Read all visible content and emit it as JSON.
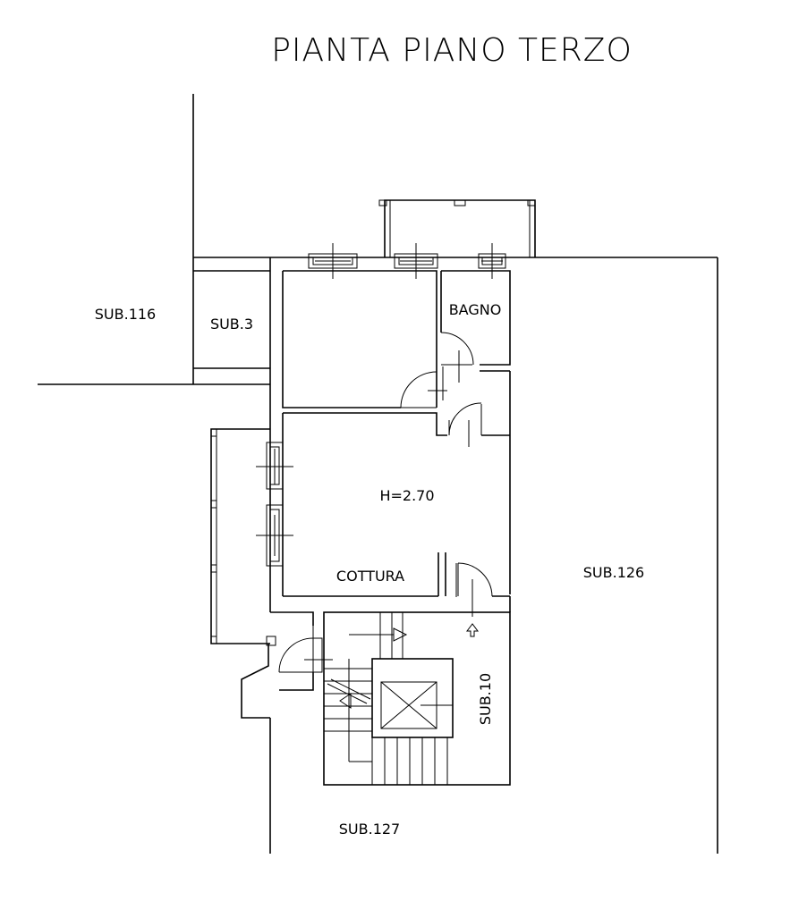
{
  "title": "PIANTA PIANO TERZO",
  "labels": {
    "sub116": "SUB.116",
    "sub3": "SUB.3",
    "bagno": "BAGNO",
    "height": "H=2.70",
    "cottura": "COTTURA",
    "sub126": "SUB.126",
    "sub10": "SUB.10",
    "sub127": "SUB.127"
  }
}
